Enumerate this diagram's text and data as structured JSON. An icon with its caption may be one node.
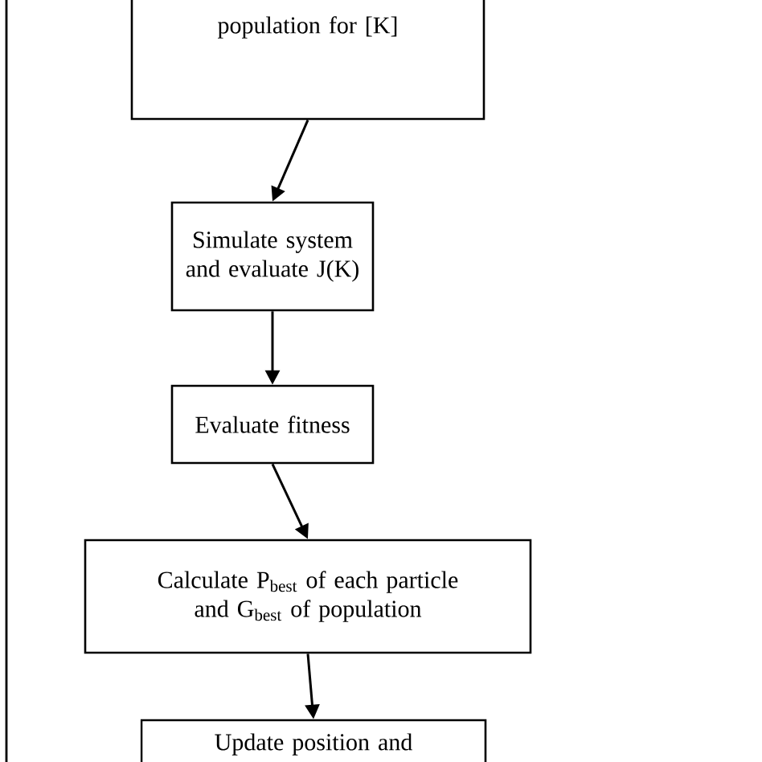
{
  "diagram": {
    "nodes": [
      {
        "text": [
          "population for [K]"
        ]
      },
      {
        "text": [
          "Simulate system and evaluate J(K)"
        ]
      },
      {
        "text": [
          "Evaluate fitness"
        ]
      },
      {
        "text": [
          "Calculate P$_{best}$ of each particle and G$_{best}$ of population"
        ]
      },
      {
        "text": [
          "Update position and"
        ]
      }
    ],
    "edges": [
      {
        "from": 0,
        "to": 1,
        "arrow": "to"
      },
      {
        "from": 1,
        "to": 2,
        "arrow": "to"
      },
      {
        "from": 2,
        "to": 3,
        "arrow": "to"
      },
      {
        "from": 3,
        "to": 4,
        "arrow": "to"
      }
    ]
  }
}
